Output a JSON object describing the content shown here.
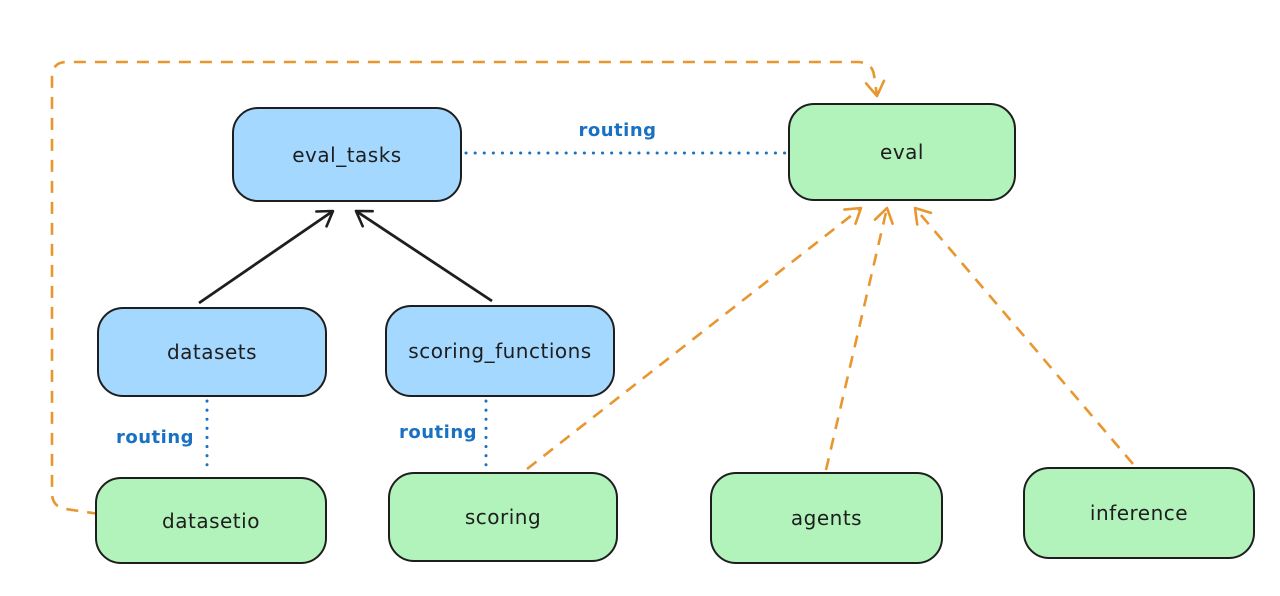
{
  "diagram": {
    "background": "#ffffff",
    "colors": {
      "blue_box_fill": "#a5d8ff",
      "green_box_fill": "#b2f2bb",
      "box_stroke": "#1e1e1e",
      "solid_arrow": "#1e1e1e",
      "dashed_arrow_orange": "#e8962e",
      "routing_blue": "#1971c2"
    },
    "nodes": [
      {
        "id": "eval_tasks",
        "label": "eval_tasks",
        "fill": "blue"
      },
      {
        "id": "eval",
        "label": "eval",
        "fill": "green"
      },
      {
        "id": "datasets",
        "label": "datasets",
        "fill": "blue"
      },
      {
        "id": "scoring_functions",
        "label": "scoring_functions",
        "fill": "blue"
      },
      {
        "id": "datasetio",
        "label": "datasetio",
        "fill": "green"
      },
      {
        "id": "scoring",
        "label": "scoring",
        "fill": "green"
      },
      {
        "id": "agents",
        "label": "agents",
        "fill": "green"
      },
      {
        "id": "inference",
        "label": "inference",
        "fill": "green"
      }
    ],
    "edge_labels": [
      {
        "id": "routing-eval_tasks-eval",
        "text": "routing"
      },
      {
        "id": "routing-datasets-datasetio",
        "text": "routing"
      },
      {
        "id": "routing-scoring_functions-scoring",
        "text": "routing"
      }
    ],
    "edges": [
      {
        "from": "datasets",
        "to": "eval_tasks",
        "style": "solid-black-arrow"
      },
      {
        "from": "scoring_functions",
        "to": "eval_tasks",
        "style": "solid-black-arrow"
      },
      {
        "from": "eval_tasks",
        "to": "eval",
        "style": "dotted-blue",
        "label": "routing"
      },
      {
        "from": "datasets",
        "to": "datasetio",
        "style": "dotted-blue",
        "label": "routing"
      },
      {
        "from": "scoring_functions",
        "to": "scoring",
        "style": "dotted-blue",
        "label": "routing"
      },
      {
        "from": "datasetio",
        "to": "eval",
        "style": "dashed-orange-arrow-loop"
      },
      {
        "from": "scoring",
        "to": "eval",
        "style": "dashed-orange-arrow"
      },
      {
        "from": "agents",
        "to": "eval",
        "style": "dashed-orange-arrow"
      },
      {
        "from": "inference",
        "to": "eval",
        "style": "dashed-orange-arrow"
      }
    ]
  }
}
